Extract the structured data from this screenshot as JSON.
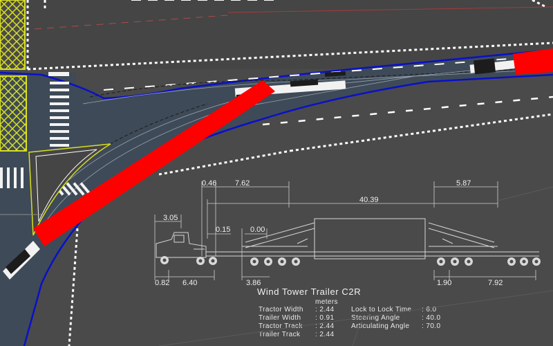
{
  "diagram": {
    "title": "Wind Tower Trailer C2R",
    "units_label": "meters",
    "dimensions": {
      "d_046": "0.46",
      "d_762": "7.62",
      "d_587": "5.87",
      "d_4039": "40.39",
      "d_305": "3.05",
      "d_015": "0.15",
      "d_000": "0.00",
      "d_082": "0.82",
      "d_640": "6.40",
      "d_386": "3.86",
      "d_190": "1.90",
      "d_792": "7.92"
    },
    "specs_left": [
      {
        "label": "Tractor Width",
        "value": ": 2.44"
      },
      {
        "label": "Trailer Width",
        "value": ": 0.91"
      },
      {
        "label": "Tractor Track",
        "value": ": 2.44"
      },
      {
        "label": "Trailer Track",
        "value": ": 2.44"
      }
    ],
    "specs_right": [
      {
        "label": "Lock to Lock Time",
        "value": ": 6.0"
      },
      {
        "label": "Steering Angle",
        "value": ": 40.0"
      },
      {
        "label": "Articulating Angle",
        "value": ": 70.0"
      }
    ]
  },
  "colors": {
    "ground": "#4a4a4a",
    "road": "#3e4a57",
    "blade": "#ff0000",
    "curb": "#0a10c8",
    "crosshatch": "#d9e020"
  }
}
